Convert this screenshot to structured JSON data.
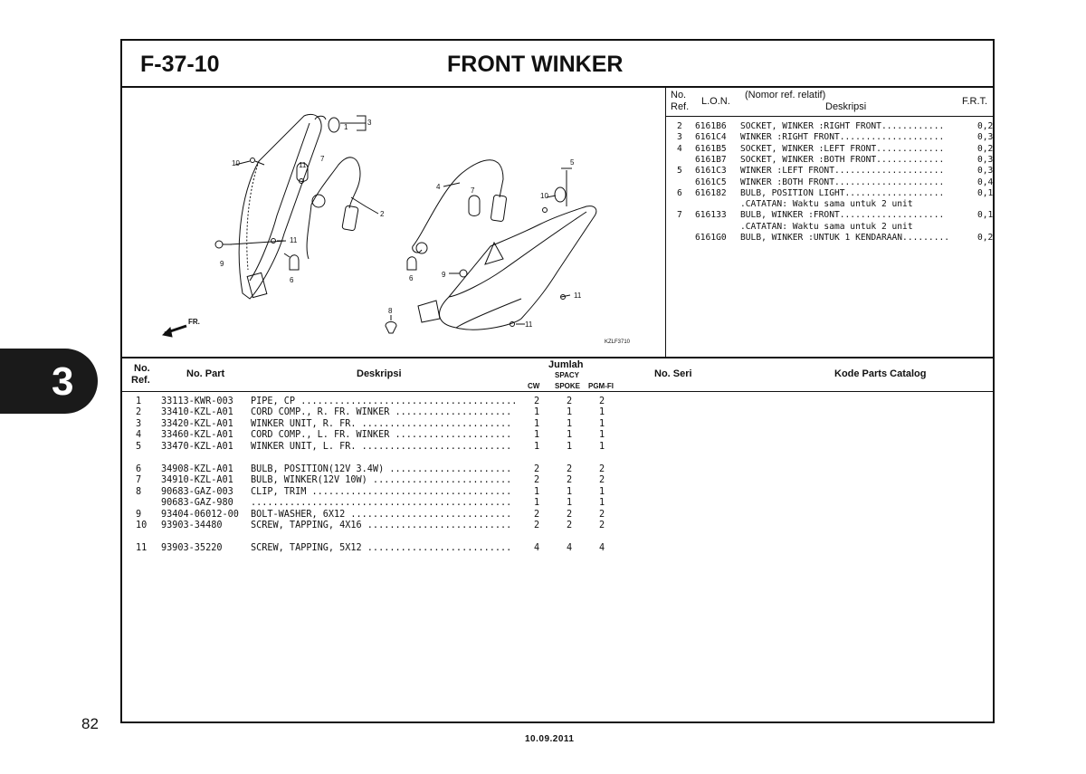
{
  "header": {
    "section_code": "F-37-10",
    "title": "FRONT WINKER"
  },
  "section_tab": "3",
  "page_number": "82",
  "footer_date": "10.09.2011",
  "lon_table": {
    "headers": {
      "no_ref": "No.",
      "ref": "Ref.",
      "lon": "L.O.N.",
      "nomor": "(Nomor ref. relatif)",
      "deskripsi": "Deskripsi",
      "frt": "F.R.T."
    },
    "rows": [
      {
        "ref": "2",
        "code": "6161B6",
        "desc": "SOCKET, WINKER :RIGHT FRONT............",
        "frt": "0,2"
      },
      {
        "ref": "3",
        "code": "6161C4",
        "desc": "WINKER :RIGHT FRONT....................",
        "frt": "0,3"
      },
      {
        "ref": "4",
        "code": "6161B5",
        "desc": "SOCKET, WINKER :LEFT FRONT.............",
        "frt": "0,2"
      },
      {
        "ref": "",
        "code": "6161B7",
        "desc": "SOCKET, WINKER :BOTH FRONT.............",
        "frt": "0,3"
      },
      {
        "ref": "5",
        "code": "6161C3",
        "desc": "WINKER :LEFT FRONT.....................",
        "frt": "0,3"
      },
      {
        "ref": "",
        "code": "6161C5",
        "desc": "WINKER :BOTH FRONT.....................",
        "frt": "0,4"
      },
      {
        "ref": "6",
        "code": "616182",
        "desc": "BULB, POSITION LIGHT...................",
        "frt": "0,1"
      },
      {
        "ref": "",
        "code": "",
        "desc": ".CATATAN: Waktu sama untuk 2 unit",
        "frt": ""
      },
      {
        "ref": "7",
        "code": "616133",
        "desc": "BULB, WINKER :FRONT....................",
        "frt": "0,1"
      },
      {
        "ref": "",
        "code": "",
        "desc": ".CATATAN: Waktu sama untuk 2 unit",
        "frt": ""
      },
      {
        "ref": "",
        "code": "6161G0",
        "desc": "BULB, WINKER :UNTUK 1 KENDARAAN.........",
        "frt": "0,2"
      }
    ]
  },
  "diagram": {
    "callouts": [
      "1",
      "2",
      "3",
      "4",
      "5",
      "6",
      "6",
      "7",
      "7",
      "8",
      "9",
      "9",
      "10",
      "10",
      "11",
      "11",
      "11",
      "11"
    ],
    "fr_label": "FR.",
    "figure_code": "KZLF3710"
  },
  "parts_table": {
    "headers": {
      "no": "No.",
      "ref": "Ref.",
      "no_part": "No. Part",
      "deskripsi": "Deskripsi",
      "jumlah": "Jumlah",
      "spacy": "SPACY",
      "cw": "CW",
      "spoke": "SPOKE",
      "pgmfi": "PGM-FI",
      "no_seri": "No. Seri",
      "kode": "Kode Parts Catalog"
    },
    "rows": [
      {
        "ref": "1",
        "part": "33113-KWR-003",
        "desc": "PIPE, CP .......................................",
        "cw": "2",
        "spoke": "2",
        "pgmfi": "2",
        "gap": false
      },
      {
        "ref": "2",
        "part": "33410-KZL-A01",
        "desc": "CORD COMP., R. FR. WINKER .....................",
        "cw": "1",
        "spoke": "1",
        "pgmfi": "1",
        "gap": false
      },
      {
        "ref": "3",
        "part": "33420-KZL-A01",
        "desc": "WINKER UNIT, R. FR. ...........................",
        "cw": "1",
        "spoke": "1",
        "pgmfi": "1",
        "gap": false
      },
      {
        "ref": "4",
        "part": "33460-KZL-A01",
        "desc": "CORD COMP., L. FR. WINKER .....................",
        "cw": "1",
        "spoke": "1",
        "pgmfi": "1",
        "gap": false
      },
      {
        "ref": "5",
        "part": "33470-KZL-A01",
        "desc": "WINKER UNIT, L. FR. ...........................",
        "cw": "1",
        "spoke": "1",
        "pgmfi": "1",
        "gap": false
      },
      {
        "ref": "6",
        "part": "34908-KZL-A01",
        "desc": "BULB, POSITION(12V 3.4W) ......................",
        "cw": "2",
        "spoke": "2",
        "pgmfi": "2",
        "gap": true
      },
      {
        "ref": "7",
        "part": "34910-KZL-A01",
        "desc": "BULB, WINKER(12V 10W) .........................",
        "cw": "2",
        "spoke": "2",
        "pgmfi": "2",
        "gap": false
      },
      {
        "ref": "8",
        "part": "90683-GAZ-003",
        "desc": "CLIP, TRIM ....................................",
        "cw": "1",
        "spoke": "1",
        "pgmfi": "1",
        "gap": false
      },
      {
        "ref": "",
        "part": "90683-GAZ-980",
        "desc": "...............................................",
        "cw": "1",
        "spoke": "1",
        "pgmfi": "1",
        "gap": false
      },
      {
        "ref": "9",
        "part": "93404-06012-00",
        "desc": "BOLT-WASHER, 6X12 .............................",
        "cw": "2",
        "spoke": "2",
        "pgmfi": "2",
        "gap": false
      },
      {
        "ref": "10",
        "part": "93903-34480",
        "desc": "SCREW, TAPPING, 4X16 ..........................",
        "cw": "2",
        "spoke": "2",
        "pgmfi": "2",
        "gap": false
      },
      {
        "ref": "11",
        "part": "93903-35220",
        "desc": "SCREW, TAPPING, 5X12 ..........................",
        "cw": "4",
        "spoke": "4",
        "pgmfi": "4",
        "gap": true
      }
    ]
  }
}
